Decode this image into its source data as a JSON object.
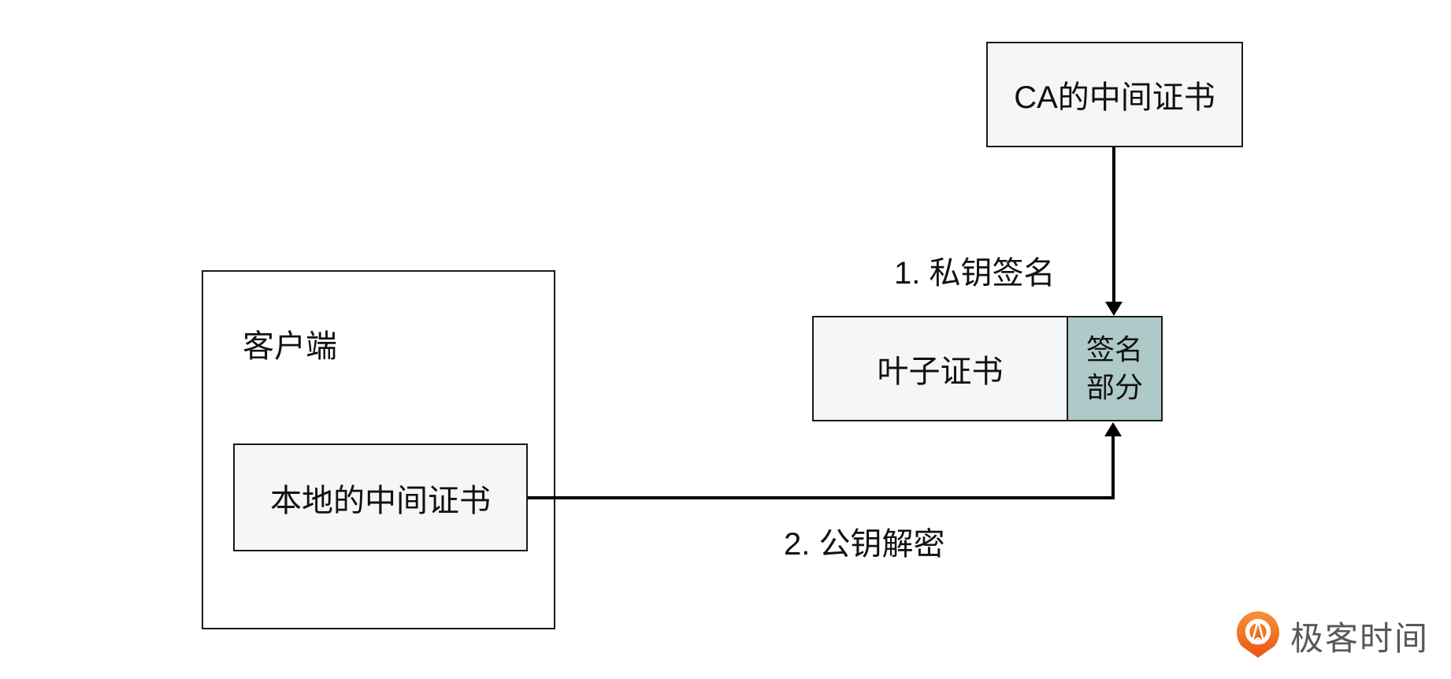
{
  "diagram": {
    "ca_box": {
      "label": "CA的中间证书"
    },
    "leaf_box": {
      "label": "叶子证书"
    },
    "signature_box": {
      "line1": "签名",
      "line2": "部分"
    },
    "client_box": {
      "label": "客户端"
    },
    "local_box": {
      "label": "本地的中间证书"
    },
    "step1_label": "1. 私钥签名",
    "step2_label": "2. 公钥解密"
  },
  "branding": {
    "logo_text": "极客时间"
  },
  "colors": {
    "box_fill": "#f5f6f7",
    "signature_fill": "#adc9c8",
    "border": "#1a1a1a",
    "arrow": "#000000",
    "logo_orange": "#ee5a13",
    "logo_text_color": "#595757"
  }
}
